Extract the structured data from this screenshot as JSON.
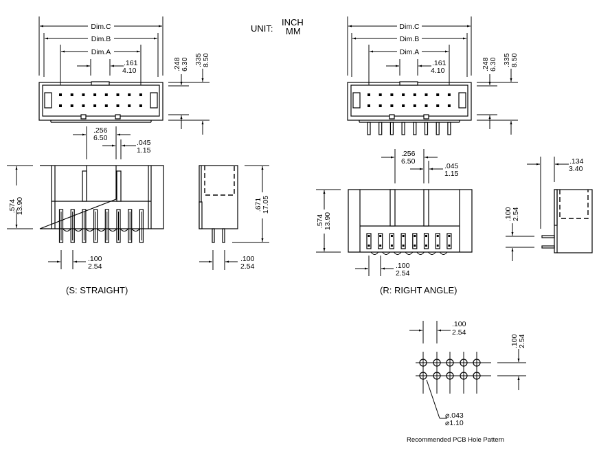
{
  "unit": {
    "label": "UNIT:",
    "primary": "INCH",
    "secondary": "MM"
  },
  "straight": {
    "caption": "(S: STRAIGHT)",
    "top_view": {
      "dim_c": "Dim.C",
      "dim_b": "Dim.B",
      "dim_a": "Dim.A",
      "key_width": {
        "inch": ".161",
        "mm": "4.10"
      },
      "inner_height": {
        "inch": ".248",
        "mm": "6.30"
      },
      "outer_height": {
        "inch": ".335",
        "mm": "8.50"
      },
      "pin_rows": 2,
      "pin_cols": 8
    },
    "front_view": {
      "latch_pitch": {
        "inch": ".256",
        "mm": "6.50"
      },
      "latch_width": {
        "inch": ".045",
        "mm": "1.15"
      },
      "body_height": {
        "inch": ".574",
        "mm": "13.90"
      },
      "pin_pitch": {
        "inch": ".100",
        "mm": "2.54"
      }
    },
    "side_view": {
      "total_height": {
        "inch": ".671",
        "mm": "17.05"
      },
      "pin_pitch": {
        "inch": ".100",
        "mm": "2.54"
      }
    }
  },
  "right_angle": {
    "caption": "(R: RIGHT ANGLE)",
    "top_view": {
      "dim_c": "Dim.C",
      "dim_b": "Dim.B",
      "dim_a": "Dim.A",
      "key_width": {
        "inch": ".161",
        "mm": "4.10"
      },
      "inner_height": {
        "inch": ".248",
        "mm": "6.30"
      },
      "outer_height": {
        "inch": ".335",
        "mm": "8.50"
      }
    },
    "front_view": {
      "latch_pitch": {
        "inch": ".256",
        "mm": "6.50"
      },
      "latch_width": {
        "inch": ".045",
        "mm": "1.15"
      },
      "body_height": {
        "inch": ".574",
        "mm": "13.90"
      },
      "pin_pitch": {
        "inch": ".100",
        "mm": "2.54"
      }
    },
    "side_view": {
      "pin_offset": {
        "inch": ".134",
        "mm": "3.40"
      },
      "pin_pitch": {
        "inch": ".100",
        "mm": "2.54"
      }
    }
  },
  "pcb_pattern": {
    "caption": "Recommended PCB Hole Pattern",
    "h_pitch": {
      "inch": ".100",
      "mm": "2.54"
    },
    "v_pitch": {
      "inch": ".100",
      "mm": "2.54"
    },
    "hole_dia": {
      "inch": "⌀.043",
      "mm": "⌀1.10"
    },
    "rows": 2,
    "cols": 5
  }
}
